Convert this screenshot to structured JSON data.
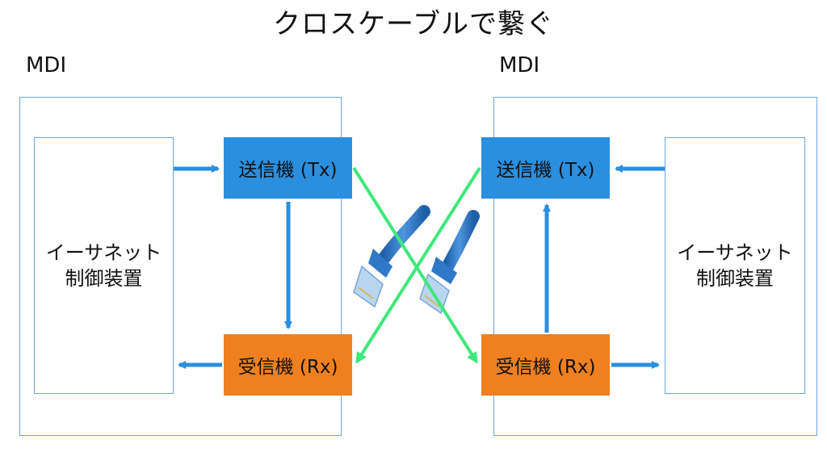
{
  "title": "クロスケーブルで繋ぐ",
  "left": {
    "mdi_label": "MDI",
    "controller": {
      "line1": "イーサネット",
      "line2": "制御装置"
    },
    "transmitter": "送信機 (Tx)",
    "receiver": "受信機 (Rx)"
  },
  "right": {
    "mdi_label": "MDI",
    "controller": {
      "line1": "イーサネット",
      "line2": "制御装置"
    },
    "transmitter": "送信機 (Tx)",
    "receiver": "受信機 (Rx)"
  },
  "colors": {
    "transmitter": "#2b8fdf",
    "receiver": "#f0801f",
    "arrow": "#2b8fdf",
    "cross_link": "#3ee87a",
    "box_border": "#6aa7dc"
  },
  "icons": [
    "rj45-cable-icon",
    "rj45-cable-icon"
  ]
}
